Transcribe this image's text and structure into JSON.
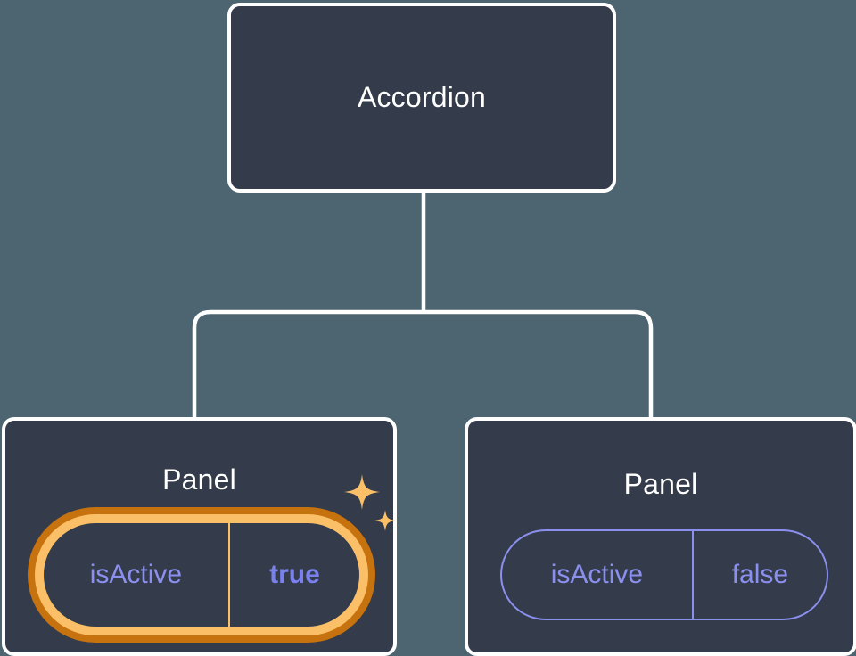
{
  "canvas": {
    "background_color": "#4d6570",
    "node_fill_color": "#343b4a",
    "node_border_color": "#ffffff",
    "connector_color": "#ffffff",
    "prop_color": "#8b90ef",
    "highlight_color": "#fbbf68",
    "highlight_glow_color": "#c5720f"
  },
  "tree": {
    "root": {
      "title": "Accordion"
    },
    "children": [
      {
        "title": "Panel",
        "prop": {
          "key": "isActive",
          "value": "true"
        },
        "highlighted": "true",
        "sparkle_icons": [
          "sparkle-large-icon",
          "sparkle-small-icon"
        ]
      },
      {
        "title": "Panel",
        "prop": {
          "key": "isActive",
          "value": "false"
        },
        "highlighted": "false"
      }
    ]
  }
}
